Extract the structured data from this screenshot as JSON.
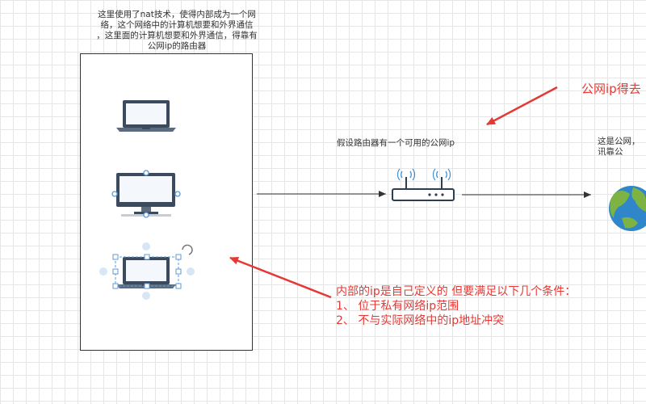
{
  "diagram": {
    "lan_note_lines": [
      "这里使用了nat技术，使得内部成为一个网",
      "络，这个网络中的计算机想要和外界通信",
      "，这里面的计算机想要和外界通信，得靠有",
      "公网ip的路由器"
    ],
    "router_label": "假设路由器有一个可用的公网ip",
    "public_note_lines": [
      "这是公网，",
      "讯靠公"
    ],
    "red_top_text": "公网ip得去",
    "red_bottom_lines": [
      "内部的ip是自己定义的 但要满足以下几个条件：",
      "1、 位于私有网络ip范围",
      "2、 不与实际网络中的ip地址冲突"
    ]
  },
  "icons": {
    "laptop": "laptop-icon",
    "monitor": "desktop-monitor-icon",
    "router": "router-icon",
    "globe": "globe-icon",
    "wifi": "wifi-signal-icon"
  },
  "colors": {
    "annotation_red": "#e53935",
    "stroke": "#333333",
    "selection_blue": "#5b9bd5",
    "device_dark": "#3b4a5c",
    "device_screen": "#f4f7fb",
    "globe_ocean": "#2f86c9",
    "globe_land": "#7cb342"
  }
}
